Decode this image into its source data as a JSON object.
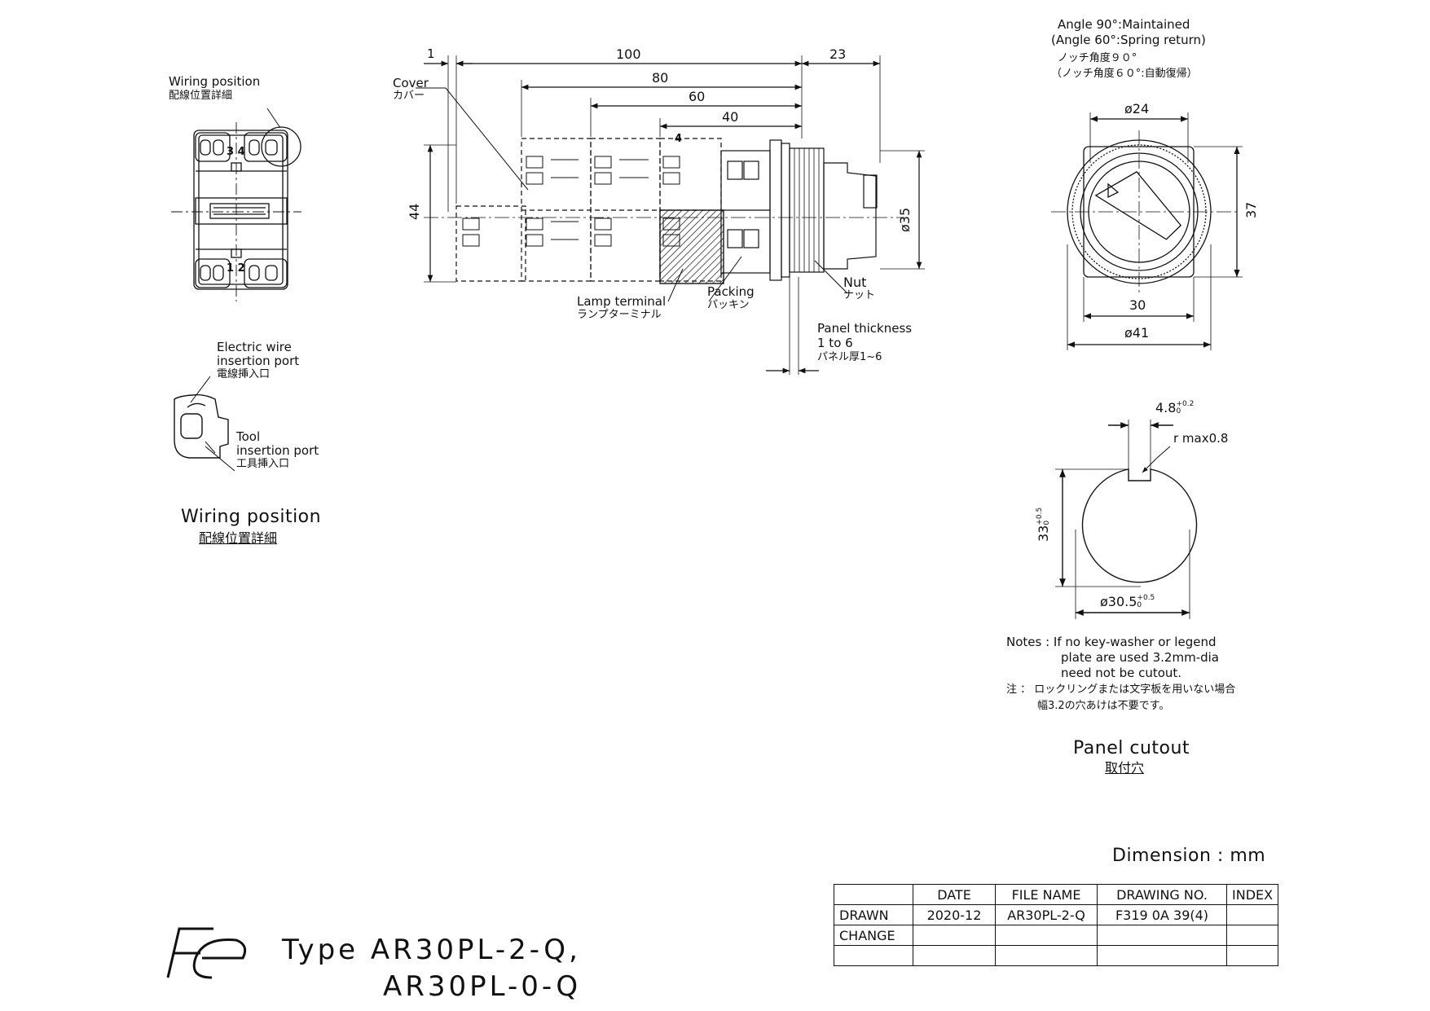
{
  "wiring_detail": {
    "callout_en": "Wiring position",
    "callout_jp": "配線位置詳細",
    "terminal_top": "3 4",
    "terminal_bottom": "1 2",
    "electric_wire_en_1": "Electric wire",
    "electric_wire_en_2": "insertion port",
    "electric_wire_jp": "電線挿入口",
    "tool_en_1": "Tool",
    "tool_en_2": "insertion port",
    "tool_jp": "工具挿入口",
    "caption_en": "Wiring position",
    "caption_jp": "配線位置詳細"
  },
  "side_view": {
    "dim_1": "1",
    "dim_100": "100",
    "dim_23": "23",
    "dim_80": "80",
    "dim_60": "60",
    "dim_40": "40",
    "dim_44": "44",
    "dim_d35": "ø35",
    "terminal_4": "4",
    "cover_en": "Cover",
    "cover_jp": "カバー",
    "lamp_en": "Lamp terminal",
    "lamp_jp": "ランプターミナル",
    "packing_en": "Packing",
    "packing_jp": "パッキン",
    "nut_en": "Nut",
    "nut_jp": "ナット",
    "panel_en_1": "Panel thickness",
    "panel_en_2": "1 to 6",
    "panel_jp": "パネル厚1~6"
  },
  "front_view": {
    "angle_en_1": "Angle 90°:Maintained",
    "angle_en_2": "(Angle 60°:Spring return)",
    "angle_jp_1": "ノッチ角度９０°",
    "angle_jp_2": "（ノッチ角度６０°:自動復帰）",
    "dim_d24": "ø24",
    "dim_37": "37",
    "dim_30": "30",
    "dim_d41": "ø41"
  },
  "cutout": {
    "dim_48": "4.8",
    "dim_48_tol_up": "+0.2",
    "dim_48_tol_dn": "0",
    "r_max": "r max0.8",
    "dim_33": "33",
    "dim_33_tol_up": "+0.5",
    "dim_33_tol_dn": "0",
    "dim_d305": "ø30.5",
    "dim_d305_tol_up": "+0.5",
    "dim_d305_tol_dn": "0",
    "note_en_1": "Notes : If no key-washer or legend",
    "note_en_2": "plate are used 3.2mm-dia",
    "note_en_3": "need not be cutout.",
    "note_jp_1": "注 ： ロックリングまたは文字板を用いない場合",
    "note_jp_2": "幅3.2の穴あけは不要です。",
    "caption_en": "Panel cutout",
    "caption_jp": "取付穴"
  },
  "footer": {
    "dimension_unit": "Dimension : mm",
    "logo_text": "Fe",
    "type_line_1": "Type  AR30PL-2-Q,",
    "type_line_2": "AR30PL-0-Q"
  },
  "title_block": {
    "headers": [
      "",
      "DATE",
      "FILE NAME",
      "DRAWING NO.",
      "INDEX"
    ],
    "rows": [
      [
        "DRAWN",
        "2020-12",
        "AR30PL-2-Q",
        "F319 0A 39(4)",
        ""
      ],
      [
        "CHANGE",
        "",
        "",
        "",
        ""
      ],
      [
        "",
        "",
        "",
        "",
        ""
      ]
    ]
  },
  "colors": {
    "ink": "#111111",
    "paper": "#ffffff"
  }
}
